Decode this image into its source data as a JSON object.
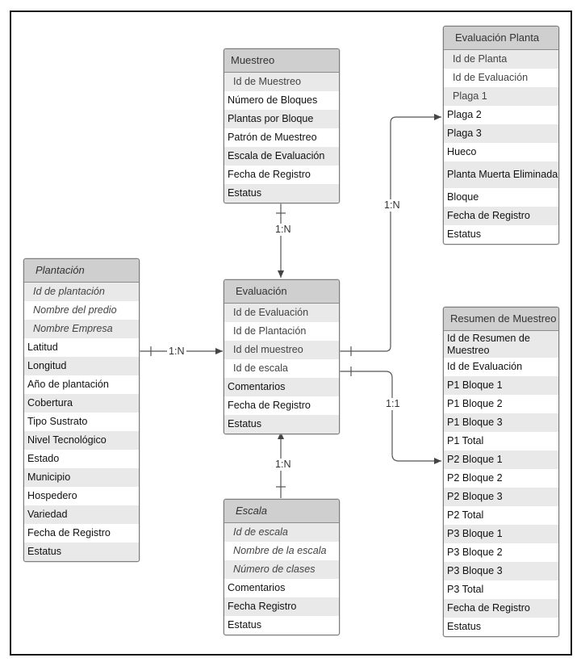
{
  "entities": {
    "muestreo": {
      "title": "Muestreo",
      "fields": [
        {
          "label": "Id de Muestreo",
          "kind": "key"
        },
        {
          "label": "Número de Bloques",
          "kind": "plain"
        },
        {
          "label": "Plantas por Bloque",
          "kind": "plain"
        },
        {
          "label": "Patrón de Muestreo",
          "kind": "plain"
        },
        {
          "label": "Escala de Evaluación",
          "kind": "plain"
        },
        {
          "label": "Fecha de Registro",
          "kind": "plain"
        },
        {
          "label": "Estatus",
          "kind": "plain"
        }
      ]
    },
    "evaluacion_planta": {
      "title": "Evaluación Planta",
      "fields": [
        {
          "label": "Id de Planta",
          "kind": "key"
        },
        {
          "label": "Id de Evaluación",
          "kind": "key"
        },
        {
          "label": "Plaga 1",
          "kind": "key"
        },
        {
          "label": "Plaga 2",
          "kind": "plain"
        },
        {
          "label": "Plaga 3",
          "kind": "plain"
        },
        {
          "label": "Hueco",
          "kind": "plain"
        },
        {
          "label": "Planta Muerta Eliminada",
          "kind": "plain"
        },
        {
          "label": "Bloque",
          "kind": "plain"
        },
        {
          "label": "Fecha de Registro",
          "kind": "plain"
        },
        {
          "label": "Estatus",
          "kind": "plain"
        }
      ]
    },
    "plantacion": {
      "title": "Plantación",
      "fields": [
        {
          "label": "Id de plantación",
          "kind": "italic"
        },
        {
          "label": "Nombre del predio",
          "kind": "italic"
        },
        {
          "label": "Nombre Empresa",
          "kind": "italic"
        },
        {
          "label": "Latitud",
          "kind": "plain"
        },
        {
          "label": "Longitud",
          "kind": "plain"
        },
        {
          "label": "Año de plantación",
          "kind": "plain"
        },
        {
          "label": "Cobertura",
          "kind": "plain"
        },
        {
          "label": "Tipo Sustrato",
          "kind": "plain"
        },
        {
          "label": "Nivel Tecnológico",
          "kind": "plain"
        },
        {
          "label": "Estado",
          "kind": "plain"
        },
        {
          "label": "Municipio",
          "kind": "plain"
        },
        {
          "label": "Hospedero",
          "kind": "plain"
        },
        {
          "label": "Variedad",
          "kind": "plain"
        },
        {
          "label": "Fecha de Registro",
          "kind": "plain"
        },
        {
          "label": "Estatus",
          "kind": "plain"
        }
      ]
    },
    "evaluacion": {
      "title": "Evaluación",
      "fields": [
        {
          "label": "Id de Evaluación",
          "kind": "key"
        },
        {
          "label": "Id de Plantación",
          "kind": "key"
        },
        {
          "label": "Id del muestreo",
          "kind": "key"
        },
        {
          "label": "Id de escala",
          "kind": "key"
        },
        {
          "label": "Comentarios",
          "kind": "plain"
        },
        {
          "label": "Fecha de Registro",
          "kind": "plain"
        },
        {
          "label": "Estatus",
          "kind": "plain"
        }
      ]
    },
    "resumen_muestreo": {
      "title": "Resumen de Muestreo",
      "fields": [
        {
          "label": "Id de Resumen de Muestreo",
          "kind": "plain"
        },
        {
          "label": "Id de Evaluación",
          "kind": "plain"
        },
        {
          "label": "P1 Bloque 1",
          "kind": "plain"
        },
        {
          "label": "P1 Bloque 2",
          "kind": "plain"
        },
        {
          "label": "P1 Bloque 3",
          "kind": "plain"
        },
        {
          "label": "P1 Total",
          "kind": "plain"
        },
        {
          "label": "P2 Bloque 1",
          "kind": "plain"
        },
        {
          "label": "P2 Bloque 2",
          "kind": "plain"
        },
        {
          "label": "P2 Bloque 3",
          "kind": "plain"
        },
        {
          "label": "P2 Total",
          "kind": "plain"
        },
        {
          "label": "P3 Bloque 1",
          "kind": "plain"
        },
        {
          "label": "P3 Bloque 2",
          "kind": "plain"
        },
        {
          "label": "P3 Bloque 3",
          "kind": "plain"
        },
        {
          "label": "P3 Total",
          "kind": "plain"
        },
        {
          "label": "Fecha de Registro",
          "kind": "plain"
        },
        {
          "label": "Estatus",
          "kind": "plain"
        }
      ]
    },
    "escala": {
      "title": "Escala",
      "fields": [
        {
          "label": "Id de escala",
          "kind": "italic"
        },
        {
          "label": "Nombre de la escala",
          "kind": "italic"
        },
        {
          "label": "Número de clases",
          "kind": "italic"
        },
        {
          "label": "Comentarios",
          "kind": "plain"
        },
        {
          "label": "Fecha Registro",
          "kind": "plain"
        },
        {
          "label": "Estatus",
          "kind": "plain"
        }
      ]
    }
  },
  "relationships": [
    {
      "from": "muestreo",
      "to": "evaluacion",
      "label": "1:N"
    },
    {
      "from": "plantacion",
      "to": "evaluacion",
      "label": "1:N"
    },
    {
      "from": "evaluacion",
      "to": "evaluacion_planta",
      "label": "1:N"
    },
    {
      "from": "evaluacion",
      "to": "resumen_muestreo",
      "label": "1:1"
    },
    {
      "from": "escala",
      "to": "evaluacion",
      "label": "1:N"
    }
  ]
}
